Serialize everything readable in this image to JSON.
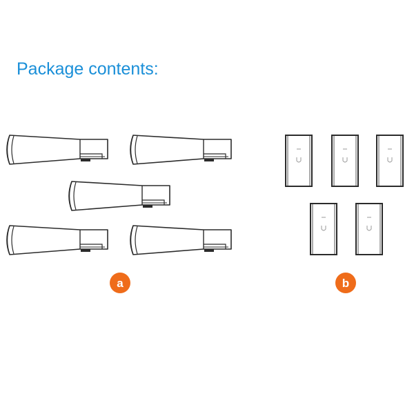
{
  "header": {
    "title": "Package contents:"
  },
  "items": [
    {
      "label": "a",
      "icon": "antenna-icon",
      "quantity": 5
    },
    {
      "label": "b",
      "icon": "poe-adapter-icon",
      "quantity": 5
    }
  ],
  "colors": {
    "title": "#1a8fd8",
    "badge": "#ef6c1a",
    "line_art": "#2b2b2b",
    "logo_mark": "#9a9a9a"
  }
}
